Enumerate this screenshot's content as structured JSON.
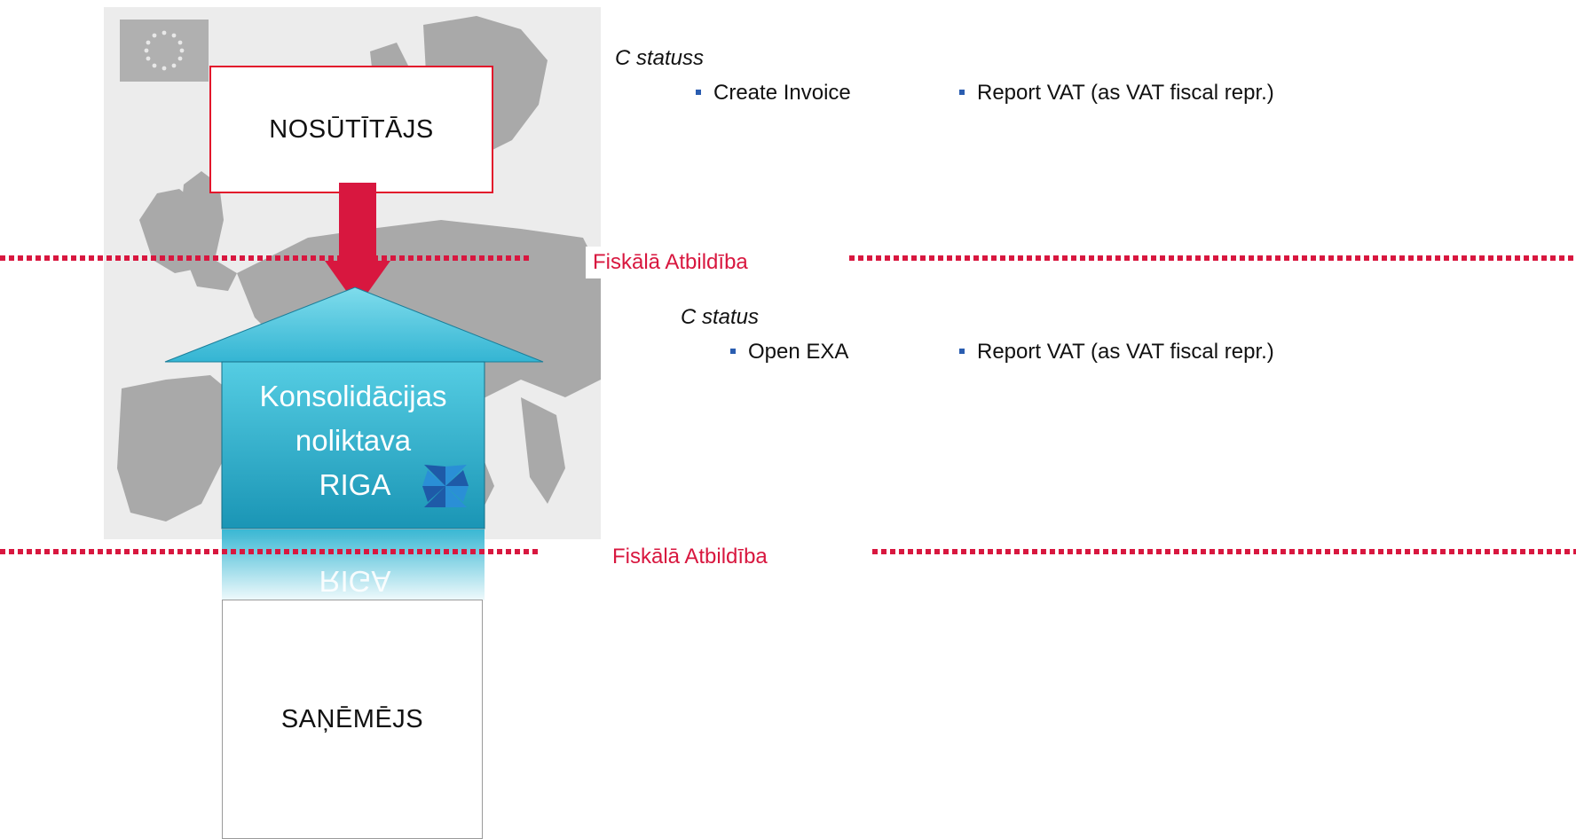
{
  "sender": {
    "label": "NOSŪTĪTĀJS"
  },
  "receiver": {
    "label": "SAŅĒMĒJS"
  },
  "warehouse": {
    "lines": [
      "Konsolidācijas",
      "noliktava",
      "RIGA"
    ],
    "reflection": "RIGA",
    "logo_icon": "star-logo-icon",
    "color": "#2bb5d0"
  },
  "fiscal": {
    "top_label": "Fiskālā Atbildība",
    "bottom_label": "Fiskālā Atbildība",
    "color": "#d8173f"
  },
  "upper_section": {
    "heading": "C statuss",
    "bullets": [
      "Create Invoice",
      "Report VAT (as VAT fiscal repr.)"
    ]
  },
  "lower_section": {
    "heading": "C status",
    "bullets": [
      "Open EXA",
      "Report VAT (as VAT fiscal repr.)"
    ]
  },
  "arrow": {
    "direction": "down",
    "color": "#d8173f"
  },
  "flag_icon": "eu-flag-icon"
}
